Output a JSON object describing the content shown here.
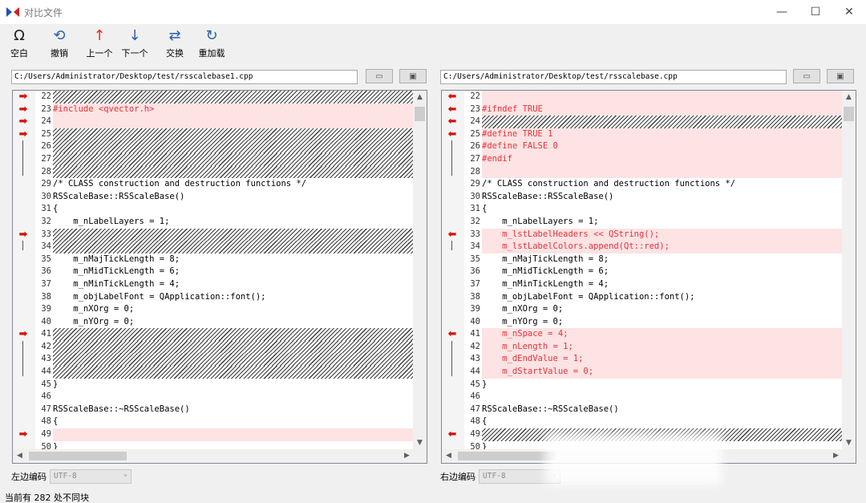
{
  "window": {
    "title": "对比文件",
    "min": "—",
    "max": "☐",
    "close": "✕"
  },
  "toolbar": [
    {
      "label": "空白",
      "glyph": "Ω",
      "icon": "whitespace-icon"
    },
    {
      "label": "撤销",
      "glyph": "⟲",
      "icon": "undo-icon"
    },
    {
      "label": "上一个",
      "glyph": "↑",
      "icon": "arrow-up-icon"
    },
    {
      "label": "下一个",
      "glyph": "↓",
      "icon": "arrow-down-icon"
    },
    {
      "label": "交换",
      "glyph": "⇄",
      "icon": "swap-icon"
    },
    {
      "label": "重加载",
      "glyph": "↻",
      "icon": "reload-icon"
    }
  ],
  "left": {
    "path": "C:/Users/Administrator/Desktop/test/rsscalebase1.cpp",
    "encoding_label": "左边编码",
    "encoding_value": "UTF-8",
    "lines": [
      {
        "n": "22",
        "t": "",
        "s": "hatch"
      },
      {
        "n": "23",
        "t": "#include <qvector.h>",
        "s": "diff"
      },
      {
        "n": "24",
        "t": "",
        "s": "diff"
      },
      {
        "n": "25",
        "t": "",
        "s": "hatch"
      },
      {
        "n": "26",
        "t": "",
        "s": "hatch"
      },
      {
        "n": "27",
        "t": "",
        "s": "hatch"
      },
      {
        "n": "28",
        "t": "",
        "s": "hatch"
      },
      {
        "n": "29",
        "t": "/* CLASS construction and destruction functions */",
        "s": ""
      },
      {
        "n": "30",
        "t": "RSScaleBase::RSScaleBase()",
        "s": ""
      },
      {
        "n": "31",
        "t": "{",
        "s": ""
      },
      {
        "n": "32",
        "t": "    m_nLabelLayers = 1;",
        "s": ""
      },
      {
        "n": "33",
        "t": "",
        "s": "hatch"
      },
      {
        "n": "34",
        "t": "",
        "s": "hatch"
      },
      {
        "n": "35",
        "t": "    m_nMajTickLength = 8;",
        "s": ""
      },
      {
        "n": "36",
        "t": "    m_nMidTickLength = 6;",
        "s": ""
      },
      {
        "n": "37",
        "t": "    m_nMinTickLength = 4;",
        "s": ""
      },
      {
        "n": "38",
        "t": "    m_objLabelFont = QApplication::font();",
        "s": ""
      },
      {
        "n": "39",
        "t": "    m_nXOrg = 0;",
        "s": ""
      },
      {
        "n": "40",
        "t": "    m_nYOrg = 0;",
        "s": ""
      },
      {
        "n": "41",
        "t": "",
        "s": "hatch"
      },
      {
        "n": "42",
        "t": "",
        "s": "hatch"
      },
      {
        "n": "43",
        "t": "",
        "s": "hatch"
      },
      {
        "n": "44",
        "t": "",
        "s": "hatch"
      },
      {
        "n": "45",
        "t": "}",
        "s": ""
      },
      {
        "n": "46",
        "t": "",
        "s": ""
      },
      {
        "n": "47",
        "t": "RSScaleBase::~RSScaleBase()",
        "s": ""
      },
      {
        "n": "48",
        "t": "{",
        "s": ""
      },
      {
        "n": "49",
        "t": "",
        "s": "diff"
      },
      {
        "n": "50",
        "t": "}",
        "s": ""
      }
    ]
  },
  "right": {
    "path": "C:/Users/Administrator/Desktop/test/rsscalebase.cpp",
    "encoding_label": "右边编码",
    "encoding_value": "UTF-8",
    "lines": [
      {
        "n": "22",
        "t": "",
        "s": "diff"
      },
      {
        "n": "23",
        "t": "#ifndef TRUE",
        "s": "diff"
      },
      {
        "n": "24",
        "t": "",
        "s": "hatch"
      },
      {
        "n": "25",
        "t": "#define TRUE 1",
        "s": "diff"
      },
      {
        "n": "26",
        "t": "#define FALSE 0",
        "s": "diff"
      },
      {
        "n": "27",
        "t": "#endif",
        "s": "diff"
      },
      {
        "n": "28",
        "t": "",
        "s": "diff"
      },
      {
        "n": "29",
        "t": "/* CLASS construction and destruction functions */",
        "s": ""
      },
      {
        "n": "30",
        "t": "RSScaleBase::RSScaleBase()",
        "s": ""
      },
      {
        "n": "31",
        "t": "{",
        "s": ""
      },
      {
        "n": "32",
        "t": "    m_nLabelLayers = 1;",
        "s": ""
      },
      {
        "n": "33",
        "t": "    m_lstLabelHeaders << QString();",
        "s": "diff"
      },
      {
        "n": "34",
        "t": "    m_lstLabelColors.append(Qt::red);",
        "s": "diff"
      },
      {
        "n": "35",
        "t": "    m_nMajTickLength = 8;",
        "s": ""
      },
      {
        "n": "36",
        "t": "    m_nMidTickLength = 6;",
        "s": ""
      },
      {
        "n": "37",
        "t": "    m_nMinTickLength = 4;",
        "s": ""
      },
      {
        "n": "38",
        "t": "    m_objLabelFont = QApplication::font();",
        "s": ""
      },
      {
        "n": "39",
        "t": "    m_nXOrg = 0;",
        "s": ""
      },
      {
        "n": "40",
        "t": "    m_nYOrg = 0;",
        "s": ""
      },
      {
        "n": "41",
        "t": "    m_nSpace = 4;",
        "s": "diff"
      },
      {
        "n": "42",
        "t": "    m_nLength = 1;",
        "s": "diff"
      },
      {
        "n": "43",
        "t": "    m_dEndValue = 1;",
        "s": "diff"
      },
      {
        "n": "44",
        "t": "    m_dStartValue = 0;",
        "s": "diff"
      },
      {
        "n": "45",
        "t": "}",
        "s": ""
      },
      {
        "n": "46",
        "t": "",
        "s": ""
      },
      {
        "n": "47",
        "t": "RSScaleBase::~RSScaleBase()",
        "s": ""
      },
      {
        "n": "48",
        "t": "{",
        "s": ""
      },
      {
        "n": "49",
        "t": "",
        "s": "hatch"
      },
      {
        "n": "50",
        "t": "}",
        "s": ""
      }
    ]
  },
  "status": "当前有 282 处不同块",
  "colors": {
    "diff_bg": "#fde3e3",
    "diff_text": "#e8303a",
    "marker": "#d8100a",
    "icon_blue": "#2b5fae"
  }
}
